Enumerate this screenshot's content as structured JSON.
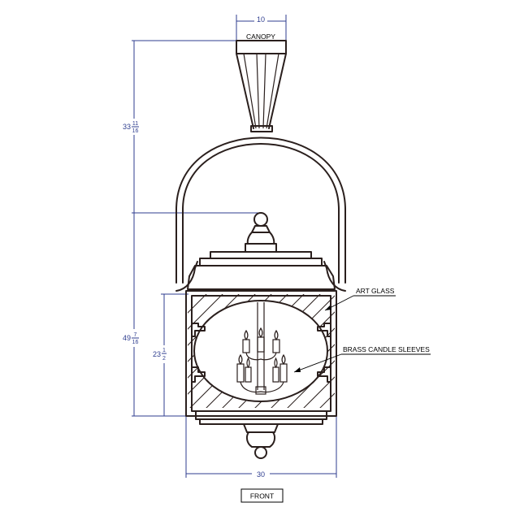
{
  "view_label": "FRONT",
  "callouts": {
    "canopy": "CANOPY",
    "art_glass": "ART GLASS",
    "candle_sleeves": "BRASS CANDLE SLEEVES"
  },
  "dimensions": {
    "canopy_width": "10",
    "overall_width": "30",
    "top_height": {
      "whole": "33",
      "num": "11",
      "den": "16"
    },
    "overall_height": {
      "whole": "49",
      "num": "7",
      "den": "16"
    },
    "box_height": {
      "whole": "23",
      "num": "1",
      "den": "2"
    }
  },
  "colors": {
    "line": "#2a1f1d",
    "dimension": "#2f3e8f",
    "text": "#000000"
  }
}
